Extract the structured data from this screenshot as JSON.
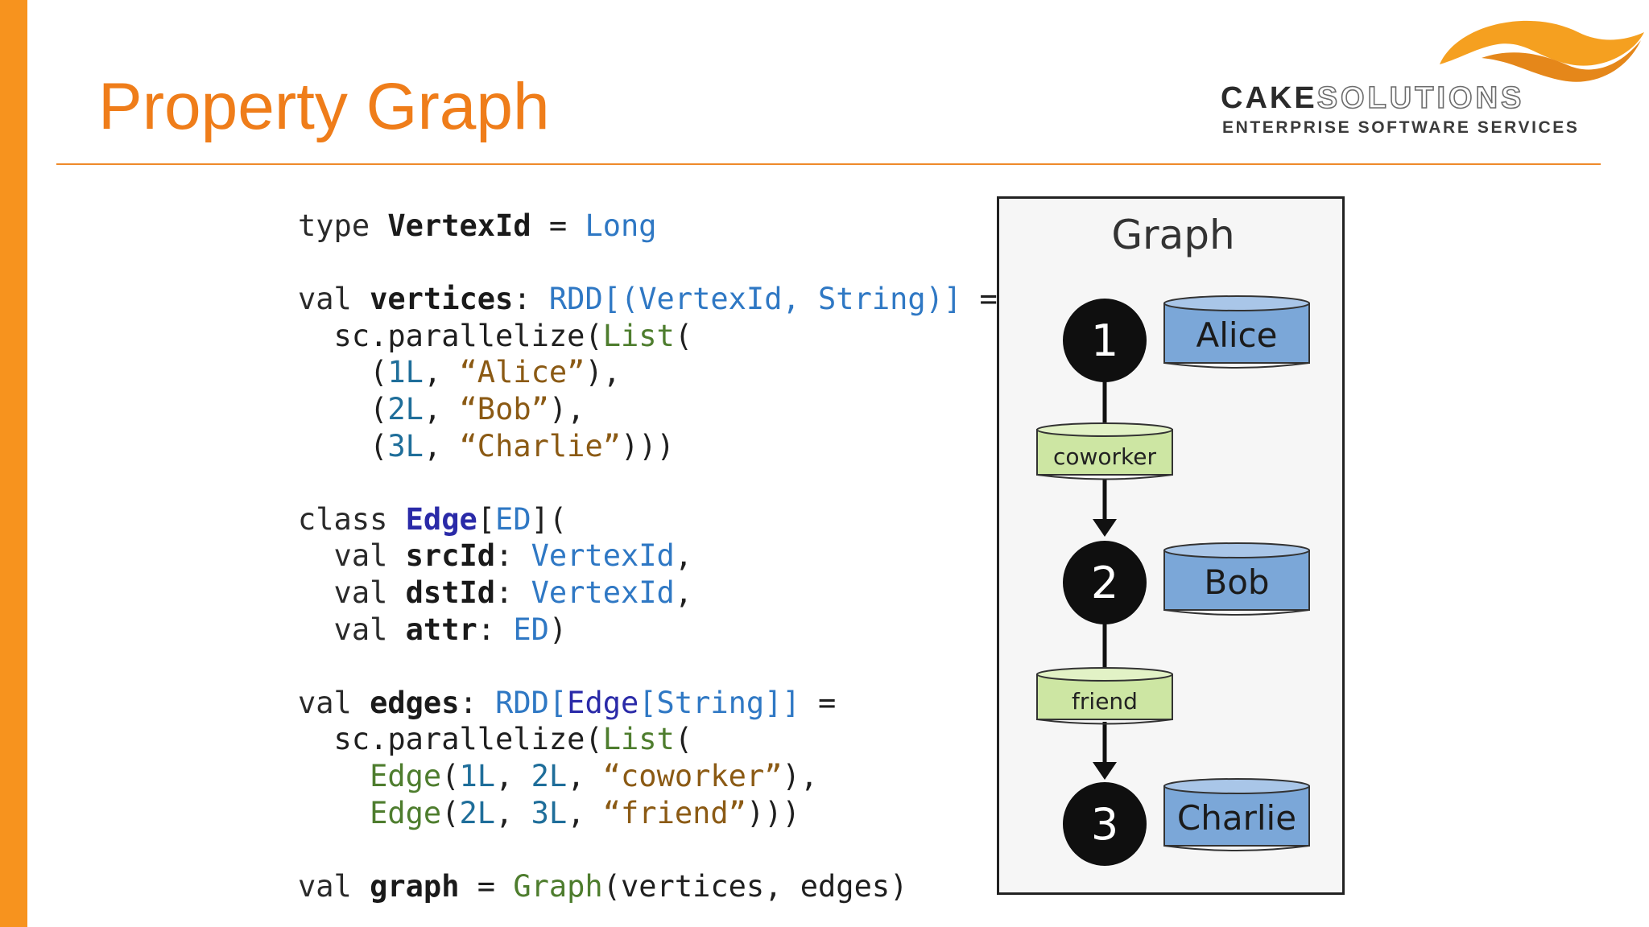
{
  "slide": {
    "title": "Property Graph",
    "accent_color": "#f7931e"
  },
  "logo": {
    "name_part1": "CAKE",
    "name_part2": "SOLUTIONS",
    "tagline": "ENTERPRISE SOFTWARE SERVICES",
    "swoosh_color": "#f5a020"
  },
  "code": {
    "l1": {
      "kw": "type ",
      "name": "VertexId",
      "op": " = ",
      "ty": "Long"
    },
    "l2": {
      "kw": "val ",
      "name": "vertices",
      "sep": ": ",
      "ty": "RDD[(VertexId, String)]",
      "end": " ="
    },
    "l3": {
      "pre": "  sc.parallelize(",
      "cls": "List",
      "post": "("
    },
    "l4": {
      "a": "    (",
      "num": "1L",
      "b": ", ",
      "str": "“Alice”",
      "c": "),"
    },
    "l5": {
      "a": "    (",
      "num": "2L",
      "b": ", ",
      "str": "“Bob”",
      "c": "),"
    },
    "l6": {
      "a": "    (",
      "num": "3L",
      "b": ", ",
      "str": "“Charlie”",
      "c": ")))"
    },
    "l7": {
      "kw": "class ",
      "name": "Edge",
      "lb": "[",
      "ty": "ED",
      "rb": "]("
    },
    "l8": {
      "kw": "  val ",
      "name": "srcId",
      "sep": ": ",
      "ty": "VertexId",
      "end": ","
    },
    "l9": {
      "kw": "  val ",
      "name": "dstId",
      "sep": ": ",
      "ty": "VertexId",
      "end": ","
    },
    "l10": {
      "kw": "  val ",
      "name": "attr",
      "sep": ": ",
      "ty": "ED",
      "end": ")"
    },
    "l11": {
      "kw": "val ",
      "name": "edges",
      "sep": ": ",
      "ty1": "RDD[",
      "cl": "Edge",
      "ty2": "[String]]",
      "end": " ="
    },
    "l12": {
      "pre": "  sc.parallelize(",
      "cls": "List",
      "post": "("
    },
    "l13": {
      "ind": "    ",
      "cls": "Edge",
      "a": "(",
      "n1": "1L",
      "b": ", ",
      "n2": "2L",
      "c": ", ",
      "str": "“coworker”",
      "d": "),"
    },
    "l14": {
      "ind": "    ",
      "cls": "Edge",
      "a": "(",
      "n1": "2L",
      "b": ", ",
      "n2": "3L",
      "c": ", ",
      "str": "“friend”",
      "d": ")))"
    },
    "l15": {
      "kw": "val ",
      "name": "graph",
      "op": " = ",
      "cls": "Graph",
      "post": "(vertices, edges)"
    }
  },
  "diagram": {
    "title": "Graph",
    "vertices": [
      {
        "id": "1",
        "label": "Alice"
      },
      {
        "id": "2",
        "label": "Bob"
      },
      {
        "id": "3",
        "label": "Charlie"
      }
    ],
    "edges": [
      {
        "label": "coworker"
      },
      {
        "label": "friend"
      }
    ],
    "vertex_property_color": "#7ba7d8",
    "edge_property_color": "#cde6a3"
  }
}
